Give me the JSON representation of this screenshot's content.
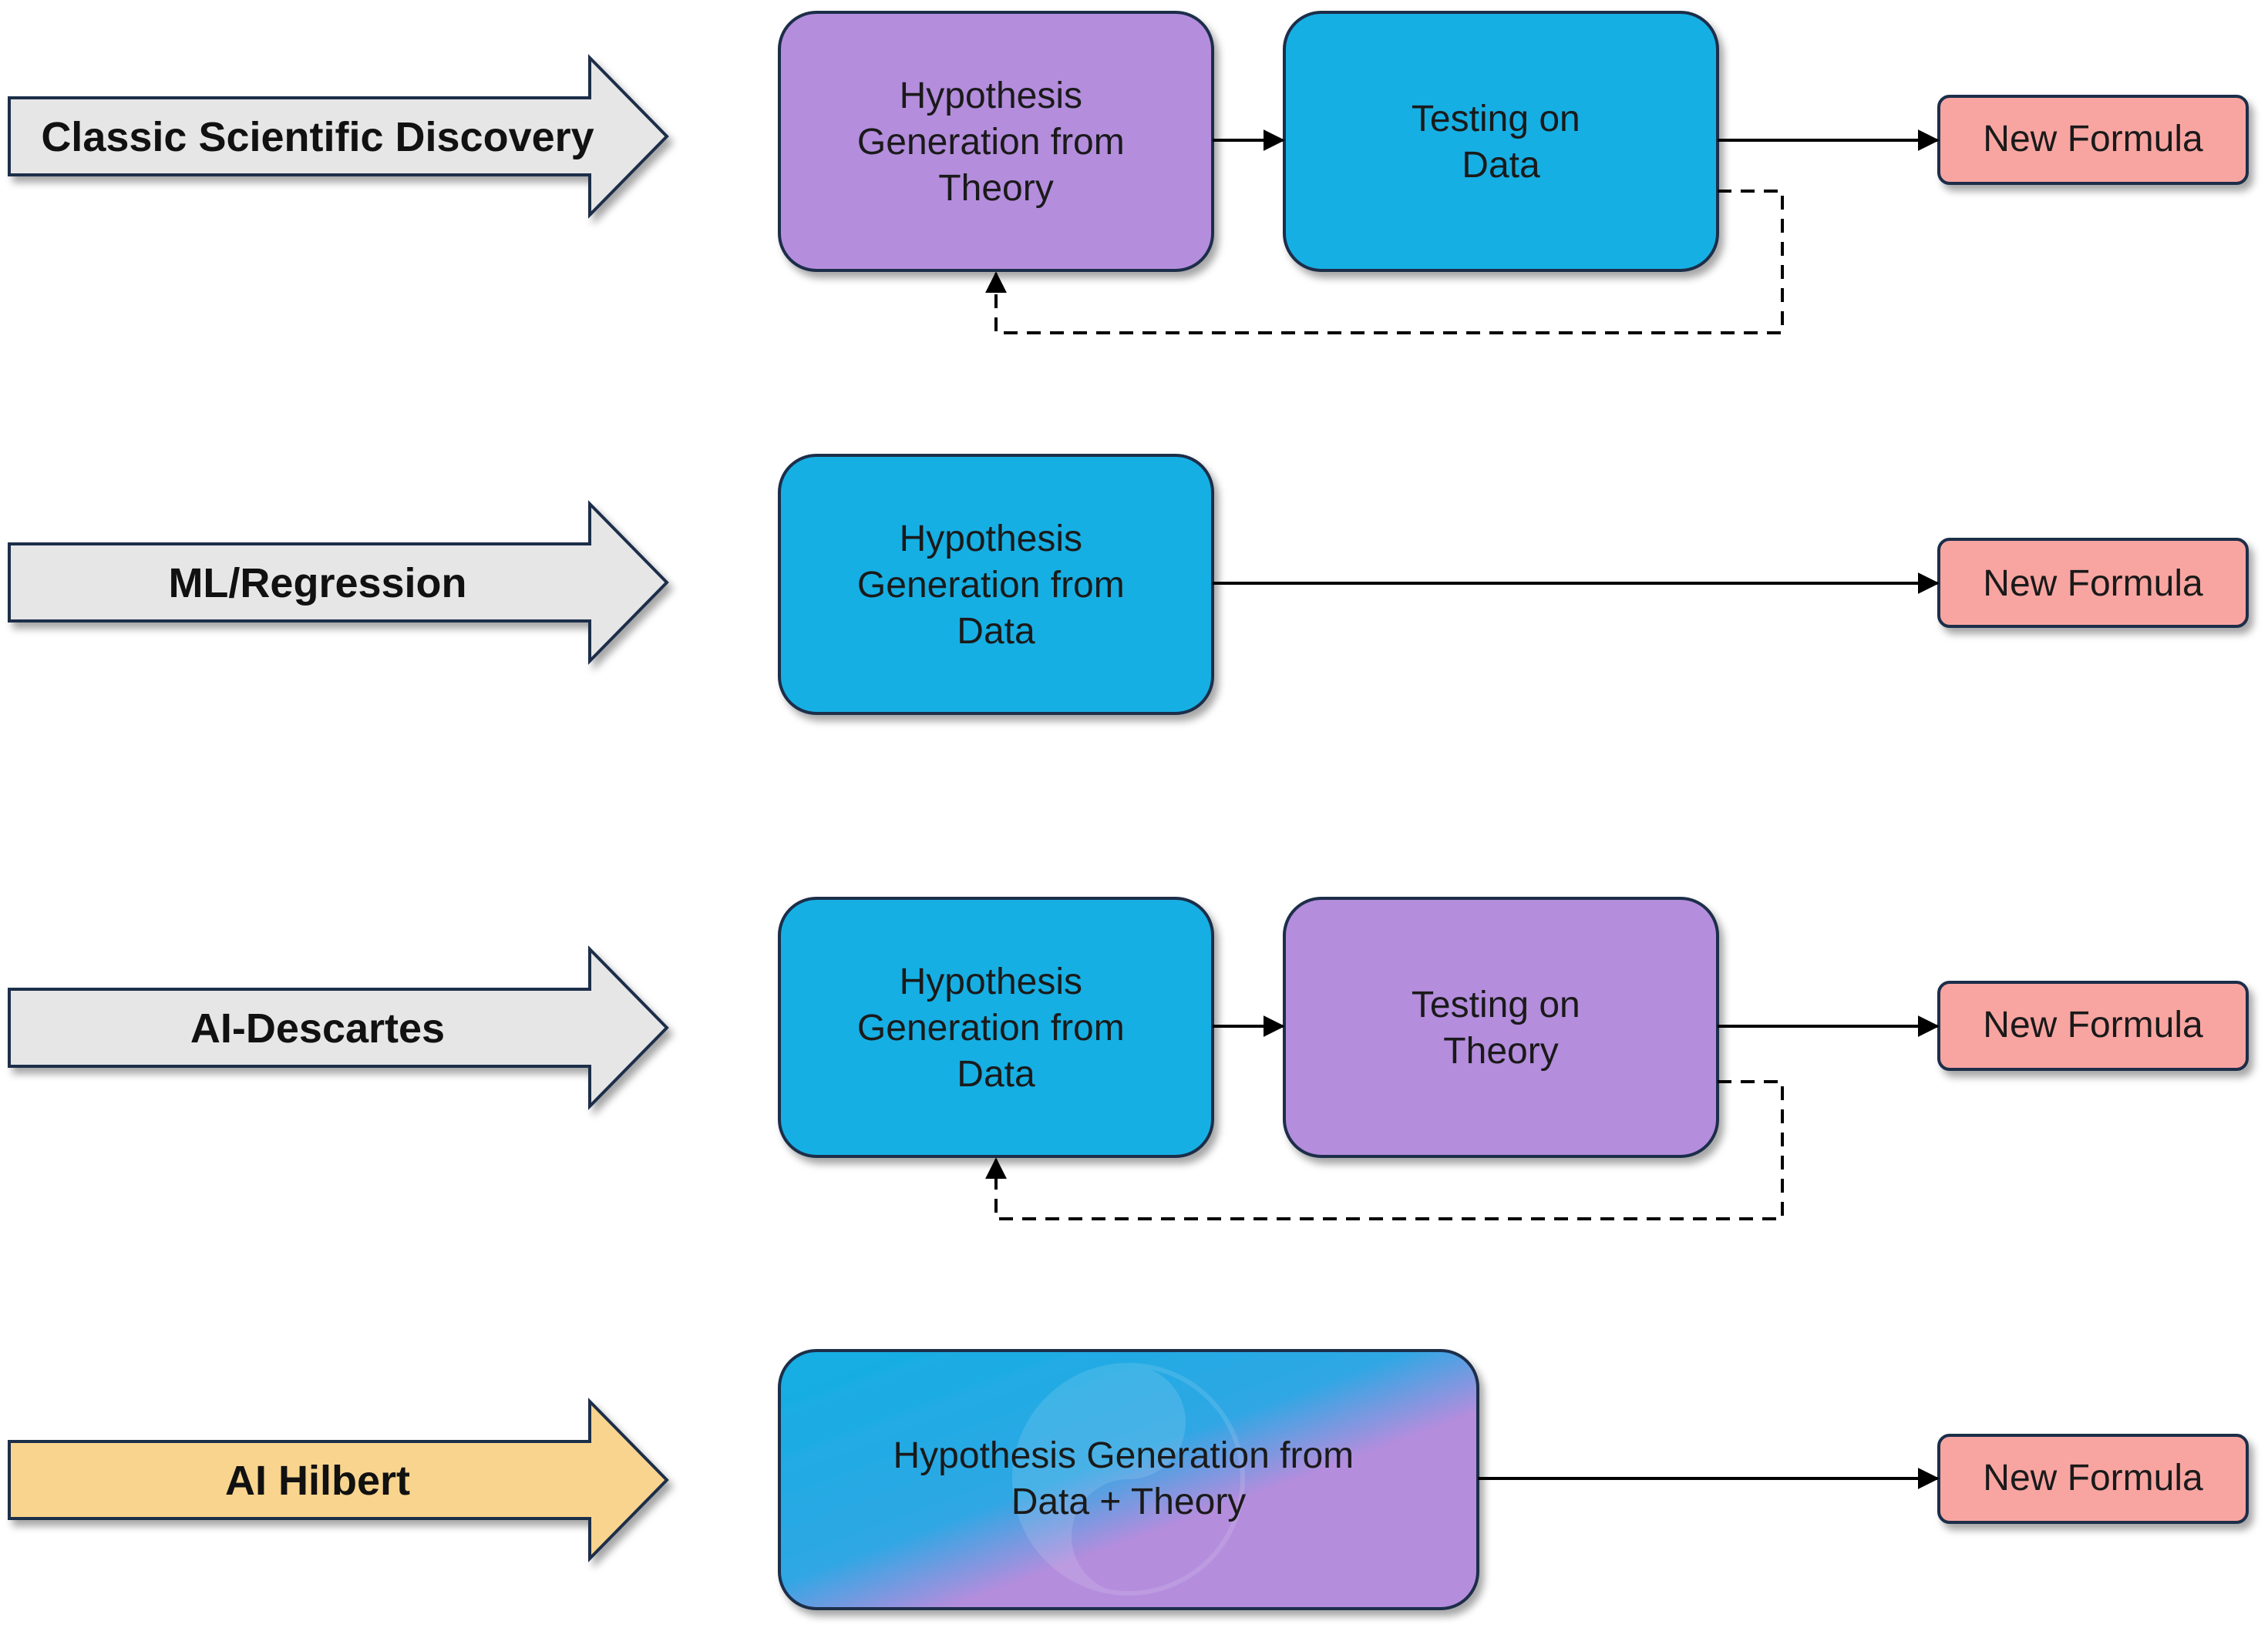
{
  "rows": [
    {
      "label": "Classic Scientific Discovery",
      "label_color": "#e6e6e6",
      "step1": [
        "Hypothesis",
        "Generation from",
        "Theory"
      ],
      "step1_color": "#b48ddd",
      "step2": [
        "Testing on",
        "Data"
      ],
      "step2_color": "#12afe3",
      "output": "New Formula",
      "feedback": true
    },
    {
      "label": "ML/Regression",
      "label_color": "#e6e6e6",
      "step1": [
        "Hypothesis",
        "Generation from",
        "Data"
      ],
      "step1_color": "#12afe3",
      "output": "New Formula",
      "feedback": false
    },
    {
      "label": "AI-Descartes",
      "label_color": "#e6e6e6",
      "step1": [
        "Hypothesis",
        "Generation from",
        "Data"
      ],
      "step1_color": "#12afe3",
      "step2": [
        "Testing on",
        "Theory"
      ],
      "step2_color": "#b48ddd",
      "output": "New Formula",
      "feedback": true
    },
    {
      "label": "AI Hilbert",
      "label_color": "#f8d48e",
      "step1": [
        "Hypothesis Generation from",
        "Data + Theory"
      ],
      "step1_gradient": [
        "#12afe3",
        "#b48ddd"
      ],
      "output": "New Formula",
      "feedback": false
    }
  ],
  "colors": {
    "stroke": "#1f2d4a",
    "output_fill": "#f8a5a1",
    "connector": "#000000"
  }
}
